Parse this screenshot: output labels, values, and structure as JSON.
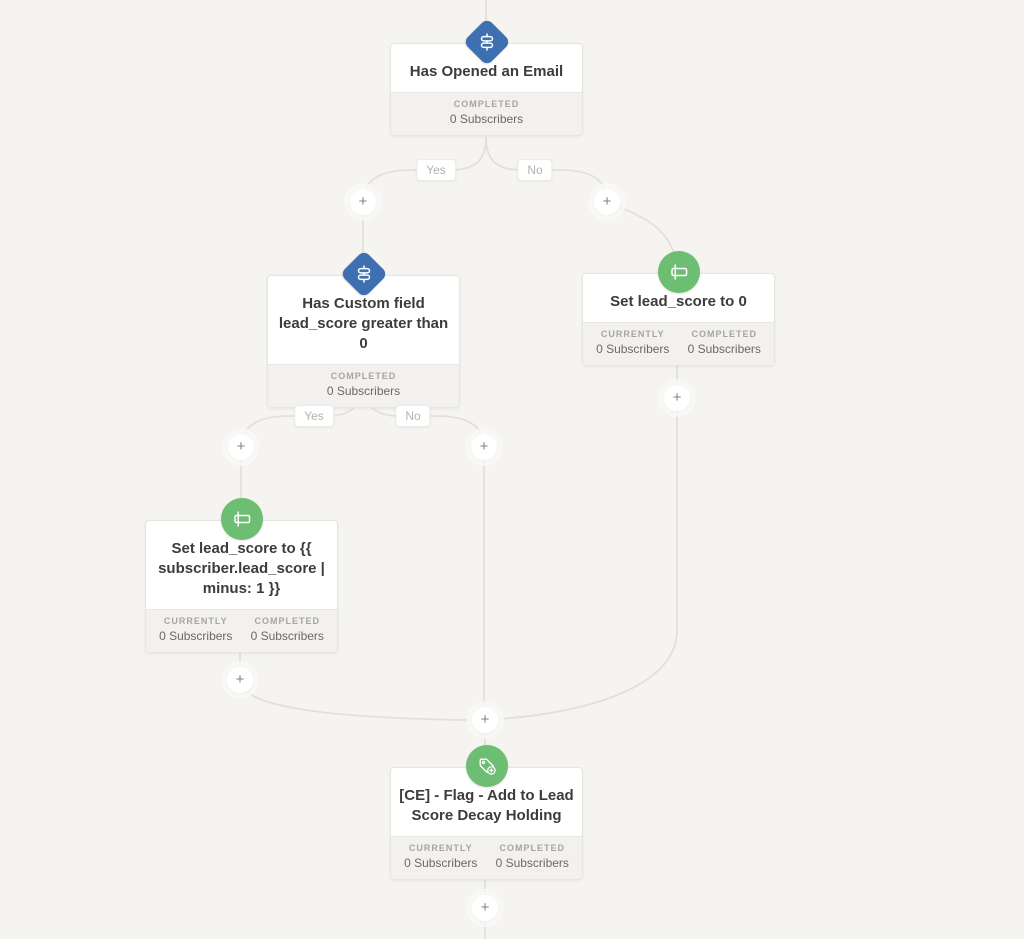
{
  "colors": {
    "background": "#f5f4f1",
    "connector": "#e2e0dd",
    "condition_accent": "#3e6fb0",
    "action_accent": "#6dbd72"
  },
  "labels": {
    "yes": "Yes",
    "no": "No",
    "add_step": "+"
  },
  "nodes": [
    {
      "type": "condition",
      "icon": "condition",
      "title": "Has Opened an Email",
      "stats": [
        {
          "label": "COMPLETED",
          "value": "0 Subscribers"
        }
      ]
    },
    {
      "type": "condition",
      "icon": "condition",
      "title": "Has Custom field lead_score greater than 0",
      "stats": [
        {
          "label": "COMPLETED",
          "value": "0 Subscribers"
        }
      ]
    },
    {
      "type": "action",
      "icon": "set-field",
      "title": "Set lead_score to 0",
      "stats": [
        {
          "label": "CURRENTLY",
          "value": "0 Subscribers"
        },
        {
          "label": "COMPLETED",
          "value": "0 Subscribers"
        }
      ]
    },
    {
      "type": "action",
      "icon": "set-field",
      "title": "Set lead_score to {{ subscriber.lead_score | minus: 1 }}",
      "stats": [
        {
          "label": "CURRENTLY",
          "value": "0 Subscribers"
        },
        {
          "label": "COMPLETED",
          "value": "0 Subscribers"
        }
      ]
    },
    {
      "type": "action",
      "icon": "add-tag",
      "title": "[CE] - Flag - Add to Lead Score Decay Holding",
      "stats": [
        {
          "label": "CURRENTLY",
          "value": "0 Subscribers"
        },
        {
          "label": "COMPLETED",
          "value": "0 Subscribers"
        }
      ]
    }
  ]
}
